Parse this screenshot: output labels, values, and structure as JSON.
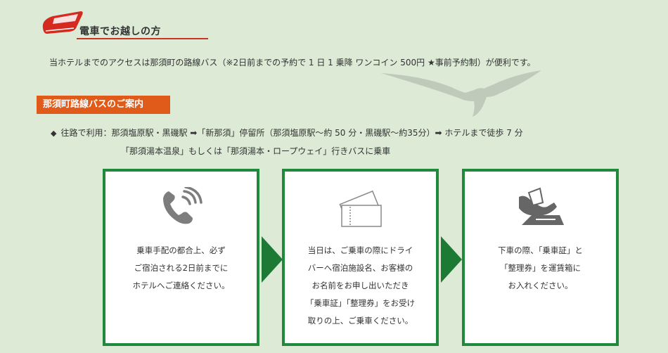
{
  "section_title": "電車でお越しの方",
  "intro": "当ホテルまでのアクセスは那須町の路線バス（※2日前までの予約で 1 日 1 乗降 ワンコイン 500円 ★事前予約制）が便利です。",
  "bus_guide_label": "那須町路線バスのご案内",
  "route": {
    "bullet": "◆",
    "line1": "往路で利用：那須塩原駅・黒磯駅 ➡「新那須」停留所（那須塩原駅～約 50 分・黒磯駅～約35分）➡ ホテルまで徒歩 7 分",
    "line2": "「那須湯本温泉」もしくは「那須湯本・ロープウェイ」行きバスに乗車"
  },
  "steps": [
    {
      "icon": "phone-icon",
      "lines": [
        "乗車手配の都合上、必ず",
        "ご宿泊される2日前までに",
        "ホテルへご連絡ください。"
      ]
    },
    {
      "icon": "ticket-icon",
      "lines": [
        "当日は、ご乗車の際にドライ",
        "バーへ宿泊施設名、お客様の",
        "お名前をお申し出いただき",
        "「乗車証」「整理券」をお受け",
        "取りの上、ご乗車ください。"
      ]
    },
    {
      "icon": "fare-box-icon",
      "lines": [
        "下車の際、「乗車証」と",
        "「整理券」を運賃箱に",
        "お入れください。"
      ]
    }
  ],
  "colors": {
    "background": "#dcead6",
    "accent_orange": "#e05a1a",
    "step_border": "#21893b",
    "title_underline": "#cc3322",
    "train_red": "#d42a1f"
  }
}
